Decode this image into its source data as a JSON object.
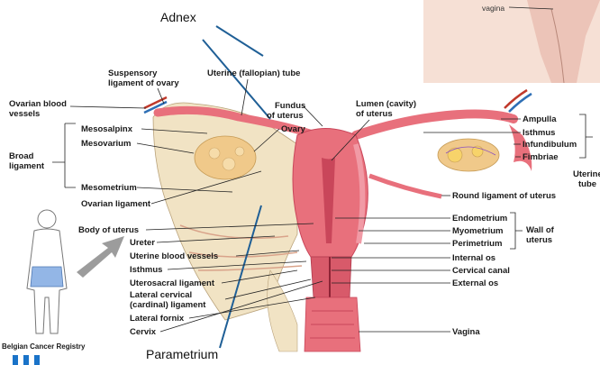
{
  "annotations": {
    "adnex": "Adnex",
    "parametrium": "Parametrium"
  },
  "inset_label": "vagina",
  "footer": {
    "registry": "Belgian Cancer Registry"
  },
  "labels": {
    "suspensory_ligament": [
      "Suspensory",
      "ligament of ovary"
    ],
    "uterine_tube_top": "Uterine (fallopian) tube",
    "ovarian_blood_vessels": [
      "Ovarian blood",
      "vessels"
    ],
    "fundus": [
      "Fundus",
      "of uterus"
    ],
    "lumen": [
      "Lumen (cavity)",
      "of uterus"
    ],
    "mesosalpinx": "Mesosalpinx",
    "ovary": "Ovary",
    "mesovarium": "Mesovarium",
    "broad_ligament": [
      "Broad",
      "ligament"
    ],
    "mesometrium": "Mesometrium",
    "ovarian_ligament": "Ovarian ligament",
    "body_of_uterus": "Body of uterus",
    "ureter": "Ureter",
    "uterine_blood_vessels": "Uterine blood vessels",
    "isthmus_left": "Isthmus",
    "uterosacral_ligament": "Uterosacral ligament",
    "lateral_cervical": [
      "Lateral cervical",
      "(cardinal) ligament"
    ],
    "lateral_fornix": "Lateral fornix",
    "cervix": "Cervix",
    "ampulla": "Ampulla",
    "isthmus_right": "Isthmus",
    "infundibulum": "Infundibulum",
    "fimbriae": "Fimbriae",
    "uterine_tube_right": [
      "Uterine",
      "tube"
    ],
    "round_ligament": "Round ligament of uterus",
    "endometrium": "Endometrium",
    "myometrium": "Myometrium",
    "perimetrium": "Perimetrium",
    "wall_of_uterus": [
      "Wall of",
      "uterus"
    ],
    "internal_os": "Internal os",
    "cervical_canal": "Cervical canal",
    "external_os": "External os",
    "vagina": "Vagina"
  },
  "colors": {
    "uterus": "#e8707c",
    "uterus_dark": "#c9465a",
    "ligament": "#f1e3c4",
    "ovary": "#f0c98a",
    "annotation_line": "#1f5f96",
    "inset_skin": "#f5ddd2",
    "logo_blue": "#1a73c8"
  }
}
